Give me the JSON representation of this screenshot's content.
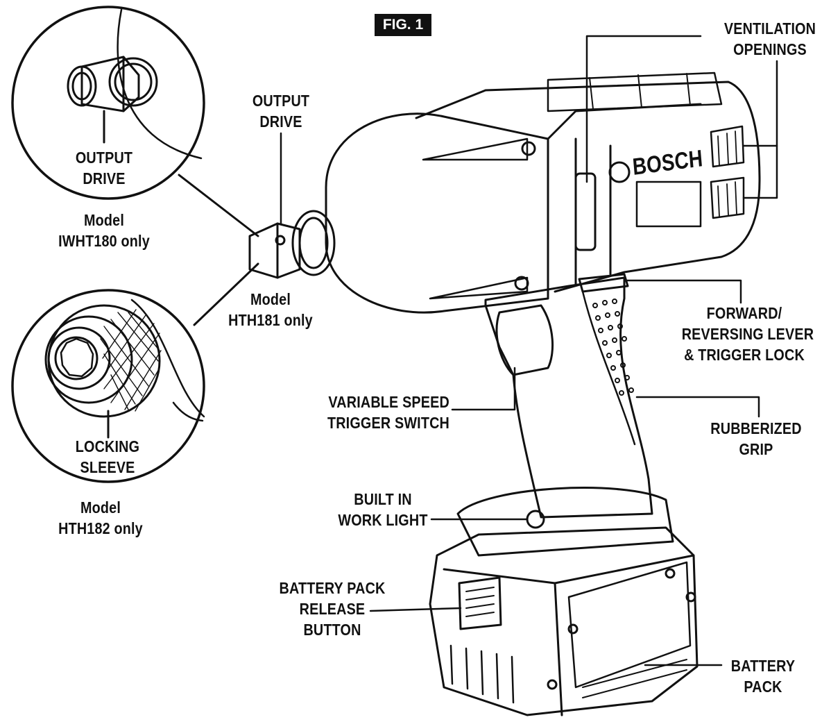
{
  "figure": {
    "badge": "FIG. 1"
  },
  "callouts": {
    "ventilation": [
      "VENTILATION",
      "OPENINGS"
    ],
    "output_drive_main": [
      "OUTPUT",
      "DRIVE"
    ],
    "output_drive_detail": [
      "OUTPUT",
      "DRIVE"
    ],
    "model_iwht180": [
      "Model",
      "IWHT180 only"
    ],
    "model_hth181": [
      "Model",
      "HTH181 only"
    ],
    "locking_sleeve": [
      "LOCKING",
      "SLEEVE"
    ],
    "model_hth182": [
      "Model",
      "HTH182 only"
    ],
    "forward_reversing": [
      "FORWARD/",
      "REVERSING LEVER",
      "& TRIGGER LOCK"
    ],
    "trigger_switch": [
      "VARIABLE SPEED",
      "TRIGGER SWITCH"
    ],
    "rubberized_grip": [
      "RUBBERIZED",
      "GRIP"
    ],
    "work_light": [
      "BUILT IN",
      "WORK LIGHT"
    ],
    "release_button": [
      "BATTERY PACK",
      "RELEASE",
      "BUTTON"
    ],
    "battery_pack": [
      "BATTERY",
      "PACK"
    ]
  },
  "brand": {
    "logo_text": "BOSCH"
  },
  "colors": {
    "ink": "#111111",
    "paper": "#ffffff"
  }
}
